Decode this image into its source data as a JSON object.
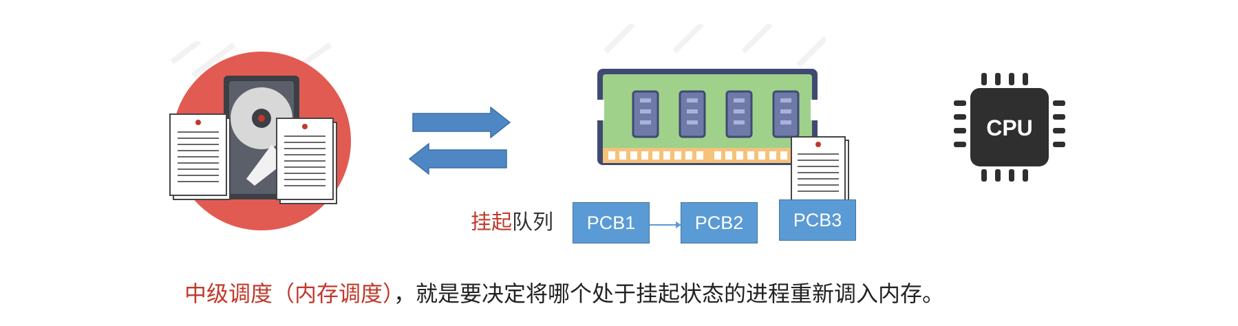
{
  "diagram": {
    "memory_label": "挂起队列",
    "memory_label_parts": {
      "highlight": "挂起",
      "rest": "队列"
    },
    "pcb_queue": [
      {
        "label": "PCB1"
      },
      {
        "label": "PCB2"
      },
      {
        "label": "PCB3"
      }
    ],
    "cpu_label": "CPU",
    "caption": {
      "highlight": "中级调度（内存调度）",
      "rest": "，就是要决定将哪个处于挂起状态的进程重新调入内存。"
    }
  },
  "colors": {
    "disk_circle": "#e25b52",
    "arrow_blue": "#4f87c4",
    "pcb_blue": "#5b9bd5",
    "ram_green": "#9fd18b",
    "ram_border": "#3f4a72",
    "cpu_chip": "#2f2f2f",
    "highlight_red": "#c0392b"
  },
  "icons": [
    "hard-disk-icon",
    "document-icon",
    "ram-module-icon",
    "cpu-chip-icon",
    "arrow-right-icon",
    "arrow-left-icon"
  ]
}
